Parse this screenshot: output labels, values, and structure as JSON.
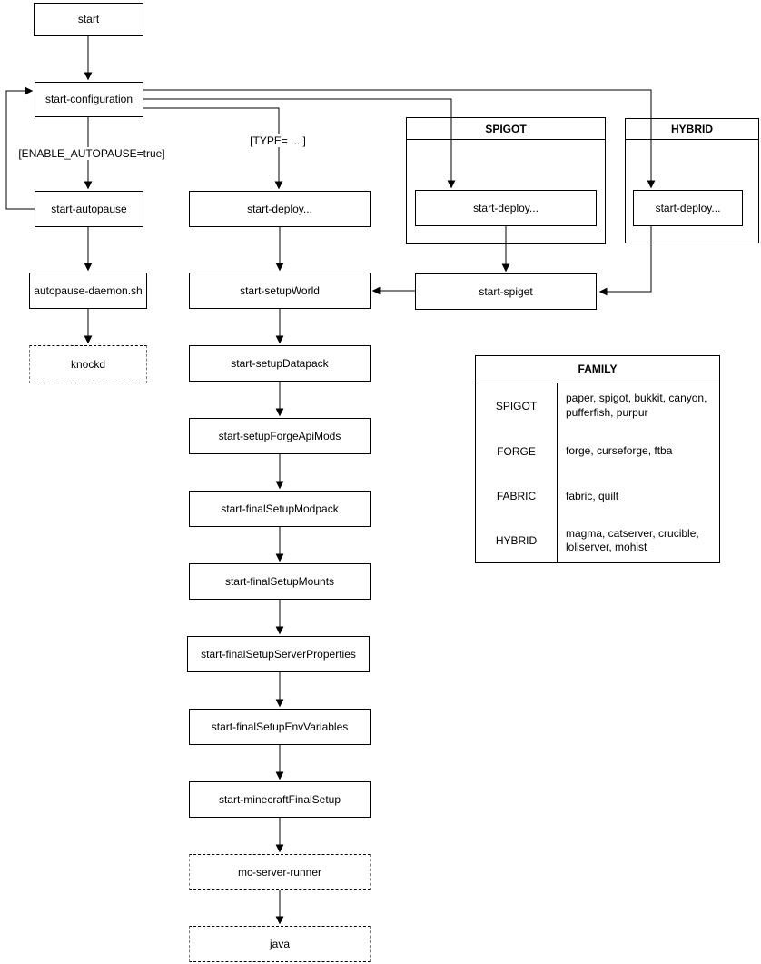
{
  "nodes": {
    "start": "start",
    "start_configuration": "start-configuration",
    "start_autopause": "start-autopause",
    "autopause_daemon": "autopause-daemon.sh",
    "knockd": "knockd",
    "start_deploy": "start-deploy...",
    "spigot_start_deploy": "start-deploy...",
    "hybrid_start_deploy": "start-deploy...",
    "start_spiget": "start-spiget",
    "start_setup_world": "start-setupWorld",
    "start_setup_datapack": "start-setupDatapack",
    "start_setup_forge_api_mods": "start-setupForgeApiMods",
    "start_final_setup_modpack": "start-finalSetupModpack",
    "start_final_setup_mounts": "start-finalSetupMounts",
    "start_final_setup_server_properties": "start-finalSetupServerProperties",
    "start_final_setup_env_variables": "start-finalSetupEnvVariables",
    "start_minecraft_final_setup": "start-minecraftFinalSetup",
    "mc_server_runner": "mc-server-runner",
    "java": "java"
  },
  "containers": {
    "spigot": "SPIGOT",
    "hybrid": "HYBRID"
  },
  "edge_labels": {
    "enable_autopause": "[ENABLE_AUTOPAUSE=true]",
    "type": "[TYPE= ... ]"
  },
  "family_table": {
    "title": "FAMILY",
    "rows": [
      {
        "family": "SPIGOT",
        "types": "paper, spigot, bukkit, canyon, pufferfish, purpur"
      },
      {
        "family": "FORGE",
        "types": "forge, curseforge, ftba"
      },
      {
        "family": "FABRIC",
        "types": "fabric, quilt"
      },
      {
        "family": "HYBRID",
        "types": "magma, catserver, crucible, loliserver, mohist"
      }
    ]
  },
  "colors": {
    "stroke": "#000000",
    "background": "#ffffff"
  }
}
